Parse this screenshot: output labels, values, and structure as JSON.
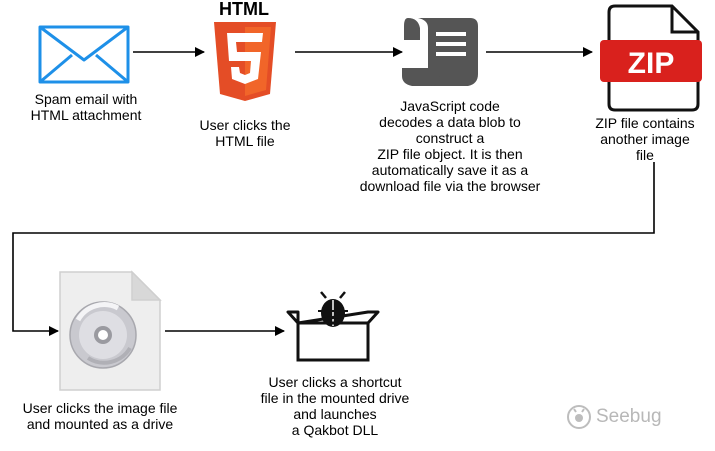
{
  "steps": {
    "email": {
      "label": "Spam email with\nHTML attachment",
      "icon": "envelope-icon"
    },
    "html": {
      "label": "User clicks the\nHTML file",
      "icon_text": "HTML",
      "badge": "5",
      "icon": "html5-icon"
    },
    "js": {
      "label": "JavaScript code\ndecodes a data blob to\nconstruct a\nZIP file object. It is then\nautomatically save it as a\ndownload file via the browser",
      "icon": "script-scroll-icon"
    },
    "zip": {
      "label": "ZIP file contains\nanother image\nfile",
      "icon_text": "ZIP",
      "icon": "zip-file-icon"
    },
    "image": {
      "label": "User clicks the image file\nand mounted as a drive",
      "icon": "disc-image-icon"
    },
    "dll": {
      "label": "User clicks a shortcut\nfile in the mounted drive\nand launches\na Qakbot DLL",
      "icon": "bug-box-icon"
    }
  },
  "watermark": {
    "text": "Seebug",
    "icon": "seebug-logo-icon"
  },
  "colors": {
    "envelope": "#1e90e8",
    "html5": "#e44d26",
    "zip": "#d9211d",
    "arrow": "#000000"
  }
}
